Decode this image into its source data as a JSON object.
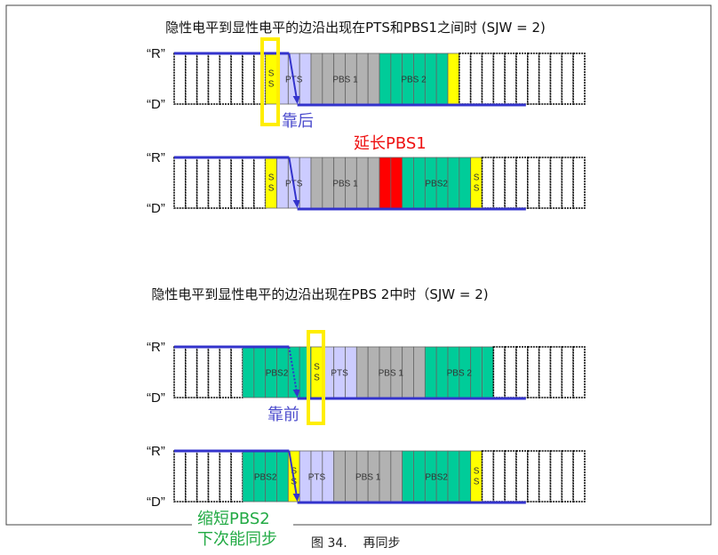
{
  "colors": {
    "white": "#ffffff",
    "sync": "#ffff00",
    "pts": "#ccccff",
    "pbs1": "#b2b2b2",
    "pbs2": "#00cc99",
    "extend": "#ff0000",
    "signal": "#3333cc",
    "highlight": "#ffee00",
    "note_blue": "#4a4acc",
    "note_red": "#ee1111",
    "note_green": "#22aa44"
  },
  "sections": [
    {
      "title": "隐性电平到显性电平的边沿出现在PTS和PBS1之间时  (SJW = 2)"
    },
    {
      "title": "隐性电平到显性电平的边沿出现在PBS 2中时（SJW = 2)"
    }
  ],
  "level_labels": {
    "recessive": "“R”",
    "dominant": "“D”"
  },
  "rows": [
    {
      "segments": [
        {
          "kind": "white",
          "count": 8,
          "label": ""
        },
        {
          "kind": "sync",
          "count": 1,
          "label": "S S"
        },
        {
          "kind": "pts",
          "count": 3,
          "label": "PTS"
        },
        {
          "kind": "pbs1",
          "count": 6,
          "label": "PBS 1"
        },
        {
          "kind": "pbs2",
          "count": 6,
          "label": "PBS 2"
        },
        {
          "kind": "sync",
          "count": 1,
          "label": ""
        },
        {
          "kind": "white",
          "count": 11,
          "label": ""
        }
      ]
    },
    {
      "segments": [
        {
          "kind": "white",
          "count": 8,
          "label": ""
        },
        {
          "kind": "sync",
          "count": 1,
          "label": "S S"
        },
        {
          "kind": "pts",
          "count": 3,
          "label": "PTS"
        },
        {
          "kind": "pbs1",
          "count": 6,
          "label": "PBS 1"
        },
        {
          "kind": "extend",
          "count": 2,
          "label": ""
        },
        {
          "kind": "pbs2",
          "count": 6,
          "label": "PBS2"
        },
        {
          "kind": "sync",
          "count": 1,
          "label": "S S"
        },
        {
          "kind": "white",
          "count": 9,
          "label": ""
        }
      ]
    },
    {
      "segments": [
        {
          "kind": "white",
          "count": 6,
          "label": ""
        },
        {
          "kind": "pbs2",
          "count": 6,
          "label": "PBS2"
        },
        {
          "kind": "sync",
          "count": 1,
          "label": "S S"
        },
        {
          "kind": "pts",
          "count": 3,
          "label": "PTS"
        },
        {
          "kind": "pbs1",
          "count": 6,
          "label": "PBS 1"
        },
        {
          "kind": "pbs2",
          "count": 6,
          "label": "PBS 2"
        },
        {
          "kind": "white",
          "count": 8,
          "label": ""
        }
      ]
    },
    {
      "segments": [
        {
          "kind": "white",
          "count": 6,
          "label": ""
        },
        {
          "kind": "pbs2",
          "count": 4,
          "label": "PBS2"
        },
        {
          "kind": "sync",
          "count": 1,
          "label": "S S"
        },
        {
          "kind": "pts",
          "count": 3,
          "label": "PTS"
        },
        {
          "kind": "pbs1",
          "count": 6,
          "label": "PBS 1"
        },
        {
          "kind": "pbs2",
          "count": 6,
          "label": "PBS2"
        },
        {
          "kind": "sync",
          "count": 1,
          "label": "S S"
        },
        {
          "kind": "white",
          "count": 9,
          "label": ""
        }
      ]
    }
  ],
  "annotations": {
    "later": "靠后",
    "extend_pbs1": "延长PBS1",
    "earlier": "靠前",
    "shorten_pbs2": "缩短PBS2",
    "next_sync": "下次能同步"
  },
  "caption": "图 34.    再同步"
}
